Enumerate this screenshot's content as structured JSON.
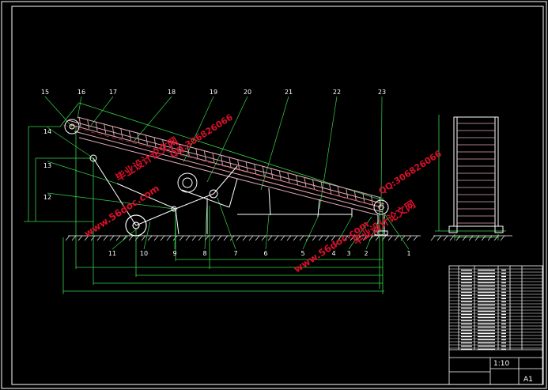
{
  "part_numbers": [
    "15",
    "16",
    "17",
    "18",
    "19",
    "20",
    "21",
    "22",
    "23",
    "14",
    "13",
    "12",
    "11",
    "10",
    "9",
    "8",
    "7",
    "6",
    "5",
    "4",
    "3",
    "2",
    "1"
  ],
  "watermarks": {
    "site_1": "www.56doc.com",
    "qq_1": "QQ:306826066",
    "cn_1": "毕业设计论文网",
    "site_2": "www.56doc.com",
    "qq_2": "QQ:306826066",
    "cn_2": "毕业设计论文网"
  },
  "title_block": {
    "scale_box": "1:10",
    "sheet_label": "A1"
  },
  "colors": {
    "background": "#000000",
    "outline": "#ffffff",
    "belt": "#e0a8b4",
    "dimension": "#36d448",
    "centerline": "#c83232",
    "watermark": "#d8102a"
  }
}
